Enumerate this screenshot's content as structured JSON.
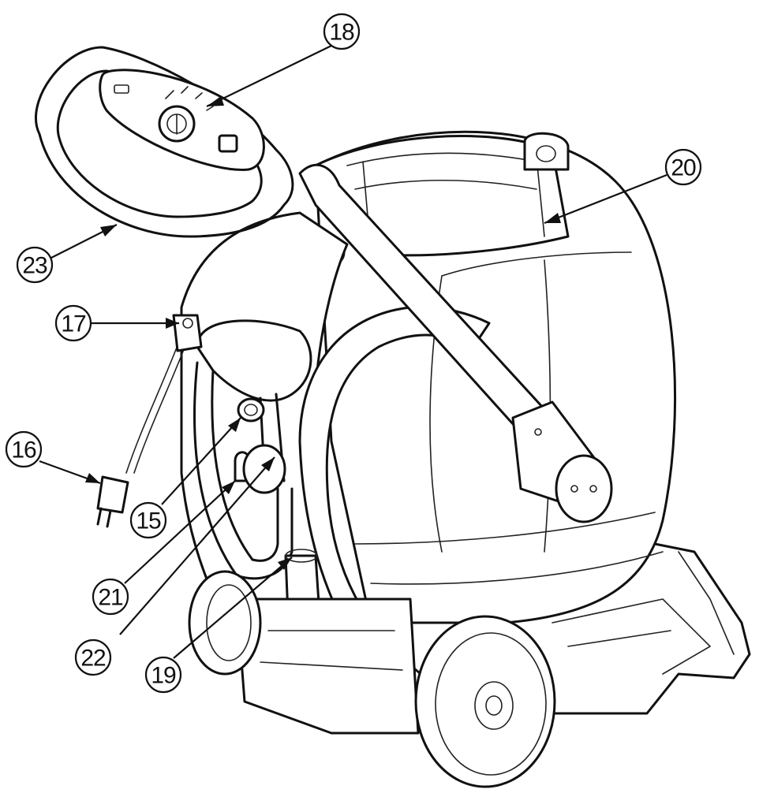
{
  "callouts": [
    {
      "id": "15",
      "label": "15"
    },
    {
      "id": "16",
      "label": "16"
    },
    {
      "id": "17",
      "label": "17"
    },
    {
      "id": "18",
      "label": "18"
    },
    {
      "id": "19",
      "label": "19"
    },
    {
      "id": "20",
      "label": "20"
    },
    {
      "id": "21",
      "label": "21"
    },
    {
      "id": "22",
      "label": "22"
    },
    {
      "id": "23",
      "label": "23"
    }
  ]
}
